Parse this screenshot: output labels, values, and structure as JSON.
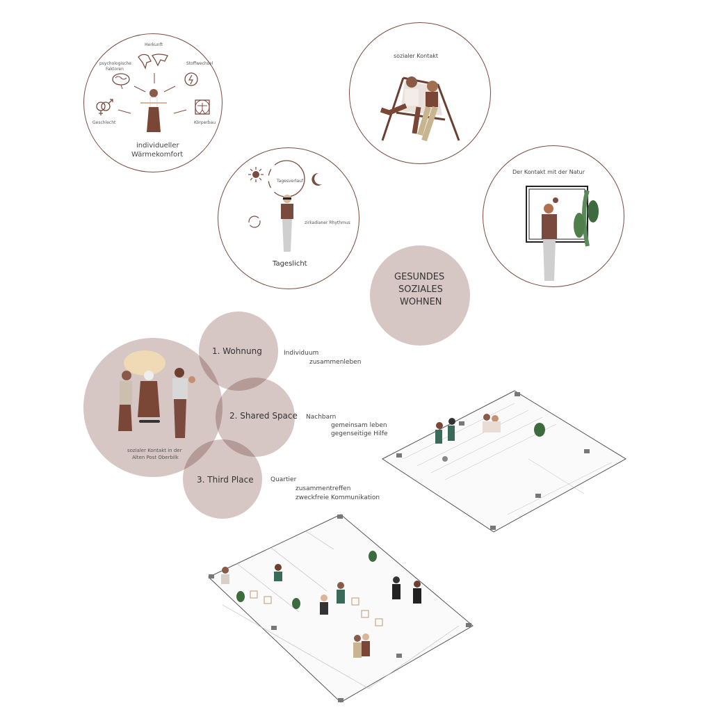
{
  "colors": {
    "accent": "#7b4b40",
    "disc": "#d8c8c4",
    "skin": "#d9b59a"
  },
  "circle_waerme": {
    "title_line1": "individueller",
    "title_line2": "Wärmekomfort",
    "labels": {
      "herkunft": "Herkunft",
      "psych_line1": "psychologische",
      "psych_line2": "Faktoren",
      "stoffwechsel": "Stoffwechsel",
      "geschlecht": "Geschlecht",
      "koerperbau": "Körperbau"
    }
  },
  "circle_kontakt": {
    "title": "sozialer Kontakt"
  },
  "circle_tageslicht": {
    "title": "Tageslicht",
    "tagesverlauf": "Tagesverlauf",
    "rhythmus": "zirkadianer Rhythmus"
  },
  "circle_natur": {
    "title": "Der Kontakt mit der Natur"
  },
  "center": {
    "line1": "GESUNDES",
    "line2": "SOZIALES",
    "line3": "WOHNEN"
  },
  "group_caption": {
    "line1": "sozialer Kontakt in der",
    "line2": "Alten Post Oberbilk"
  },
  "levels": [
    {
      "label": "1. Wohnung",
      "notes": [
        "Individuum",
        "zusammenleben"
      ]
    },
    {
      "label": "2. Shared Space",
      "notes": [
        "Nachbarn",
        "gemeinsam leben",
        "gegenseitige Hilfe"
      ]
    },
    {
      "label": "3. Third Place",
      "notes": [
        "Quartier",
        "zusammentreffen",
        "zweckfreie Kommunikation"
      ]
    }
  ]
}
